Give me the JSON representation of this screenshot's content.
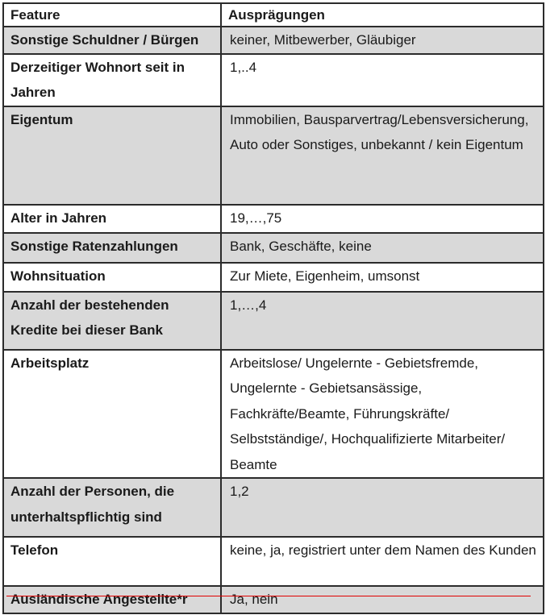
{
  "table": {
    "headers": [
      "Feature",
      "Ausprägungen"
    ],
    "rows": [
      {
        "feature": "Sonstige Schuldner / Bürgen",
        "values": "keiner, Mitbewerber, Gläubiger",
        "shaded": true
      },
      {
        "feature": "Derzeitiger Wohnort seit in Jahren",
        "values": "1,..4",
        "shaded": false
      },
      {
        "feature": "Eigentum",
        "values": "Immobilien, Bausparvertrag/Lebensversicherung, Auto oder Sonstiges, unbekannt / kein Eigentum",
        "shaded": true
      },
      {
        "feature": "Alter in Jahren",
        "values": "19,…,75",
        "shaded": false
      },
      {
        "feature": "Sonstige Ratenzahlungen",
        "values": "Bank, Geschäfte, keine",
        "shaded": true
      },
      {
        "feature": "Wohnsituation",
        "values": "Zur Miete, Eigenheim, umsonst",
        "shaded": false
      },
      {
        "feature": "Anzahl der bestehenden Kredite bei dieser Bank",
        "values": "1,…,4",
        "shaded": true
      },
      {
        "feature": "Arbeitsplatz",
        "values": "Arbeitslose/ Ungelernte - Gebietsfremde, Ungelernte - Gebietsansässige, Fachkräfte/Beamte, Führungskräfte/ Selbstständige/, Hochqualifizierte Mitarbeiter/ Beamte",
        "shaded": false
      },
      {
        "feature": "Anzahl der Personen, die unterhaltspflichtig sind",
        "values": "1,2",
        "shaded": true
      },
      {
        "feature": "Telefon",
        "values": "keine, ja, registriert unter dem Namen des Kunden",
        "shaded": false
      },
      {
        "feature": "Ausländische Angestellte*r",
        "values": "Ja, nein",
        "shaded": true
      }
    ]
  },
  "colors": {
    "shade": "#d9d9d9",
    "border": "#2b2b2b",
    "strike": "#e00000"
  }
}
